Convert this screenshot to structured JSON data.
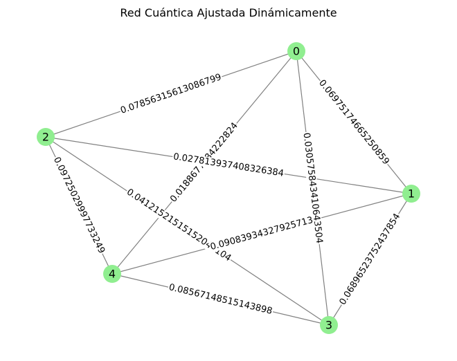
{
  "title": "Red Cuántica Ajustada Dinámicamente",
  "colors": {
    "node": "#90ee90",
    "edge": "#808080",
    "text": "#000000",
    "background": "#ffffff"
  },
  "nodes": [
    {
      "id": "0",
      "label": "0"
    },
    {
      "id": "1",
      "label": "1"
    },
    {
      "id": "2",
      "label": "2"
    },
    {
      "id": "3",
      "label": "3"
    },
    {
      "id": "4",
      "label": "4"
    }
  ],
  "edges": [
    {
      "source": "2",
      "target": "0",
      "weight_label": "0.07856315613086799"
    },
    {
      "source": "0",
      "target": "1",
      "weight_label": "0.06975174665250859"
    },
    {
      "source": "4",
      "target": "0",
      "weight_label": "0.0188677184222824"
    },
    {
      "source": "0",
      "target": "3",
      "weight_label": "0.030575843410643504"
    },
    {
      "source": "2",
      "target": "1",
      "weight_label": "0.027813937408326384"
    },
    {
      "source": "2",
      "target": "4",
      "weight_label": "0.09725029997733249"
    },
    {
      "source": "2",
      "target": "3",
      "weight_label": "0.04121521515152047104"
    },
    {
      "source": "4",
      "target": "1",
      "weight_label": "0.09083934327925713"
    },
    {
      "source": "3",
      "target": "1",
      "weight_label": "0.06896523752437854"
    },
    {
      "source": "4",
      "target": "3",
      "weight_label": "0.08567148515143898"
    }
  ]
}
